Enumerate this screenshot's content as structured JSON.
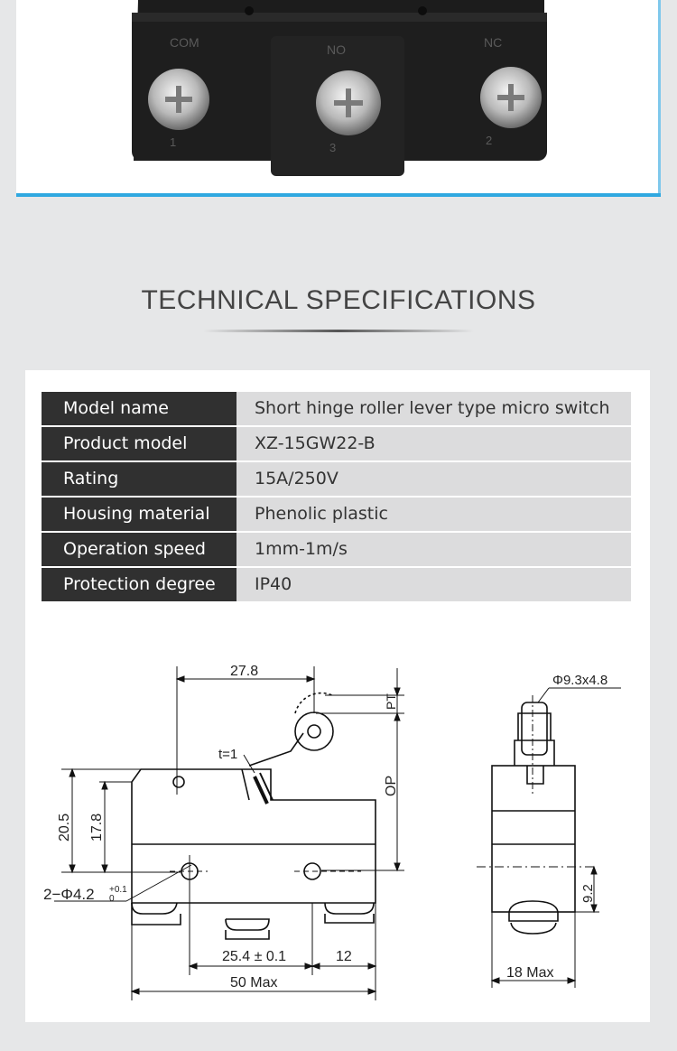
{
  "section_title": "TECHNICAL SPECIFICATIONS",
  "specs": [
    {
      "label": "Model name",
      "value": "Short hinge roller lever type micro switch"
    },
    {
      "label": "Product model",
      "value": "XZ-15GW22-B"
    },
    {
      "label": "Rating",
      "value": "15A/250V"
    },
    {
      "label": "Housing material",
      "value": "Phenolic plastic"
    },
    {
      "label": "Operation speed",
      "value": "1mm-1m/s"
    },
    {
      "label": "Protection degree",
      "value": "IP40"
    }
  ],
  "photo": {
    "terminal_labels": [
      "COM",
      "NO",
      "NC"
    ],
    "terminal_numbers": [
      "1",
      "3",
      "2"
    ],
    "accent_color": "#2fa8e0"
  },
  "drawing": {
    "dim_top": "27.8",
    "dim_pt": "PT",
    "dim_op": "OP",
    "dim_thickness": "t=1",
    "dim_height_1": "20.5",
    "dim_height_2": "17.8",
    "dim_holes": "2−Φ4.2",
    "dim_tol_upper": "+0.1",
    "dim_tol_lower": "0",
    "dim_pitch": "25.4 ± 0.1",
    "dim_12": "12",
    "dim_width": "50 Max",
    "dim_roller": "Φ9.3x4.8",
    "dim_9_2": "9.2",
    "dim_depth": "18 Max"
  }
}
